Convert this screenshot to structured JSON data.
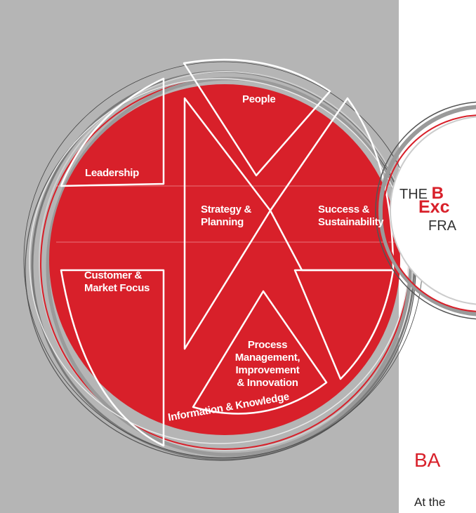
{
  "segments": {
    "people": "People",
    "leadership": "Leadership",
    "strategy": "Strategy &\nPlanning",
    "success": "Success &\nSustainability",
    "customer": "Customer &\nMarket Focus",
    "process": "Process\nManagement,\nImprovement\n& Innovation",
    "information": "Information & Knowledge"
  },
  "badge": {
    "line1_prefix": "THE",
    "line1_accent": "B",
    "line2": "Exc",
    "line3": "FRA"
  },
  "section": {
    "heading": "BA",
    "paragraph_start": "At the"
  },
  "colors": {
    "red": "#d8202a",
    "grey_panel": "#b5b5b5",
    "ring_grey": "#8a8a8a"
  }
}
